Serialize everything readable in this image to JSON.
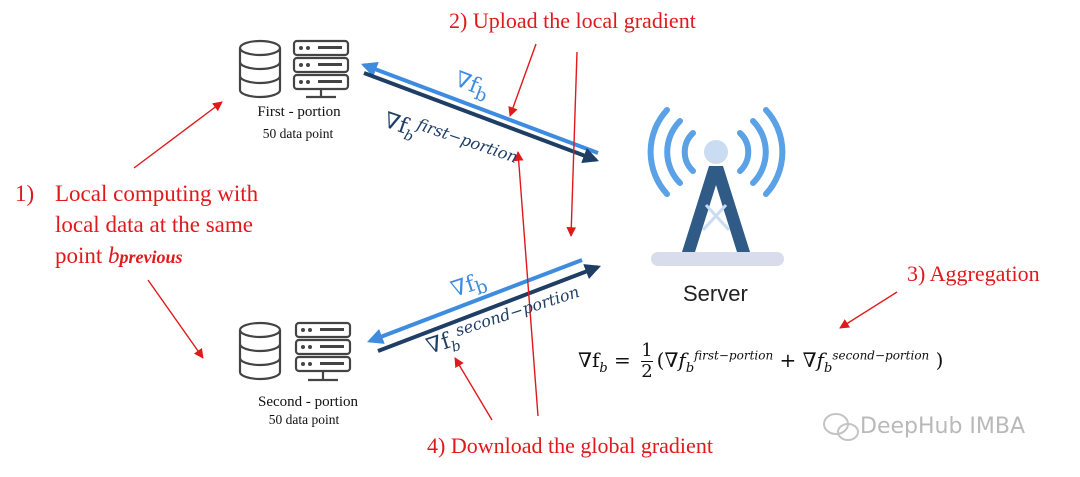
{
  "steps": {
    "upload": "2) Upload the local gradient",
    "local_num": "1)",
    "local_line1": "Local computing with",
    "local_line2": "local data at the same",
    "local_line3": "point ",
    "local_var_b": "b",
    "local_var_sub": "previous",
    "aggregation": "3) Aggregation",
    "download": "4) Download the global gradient"
  },
  "clients": [
    {
      "name": "First - portion",
      "data": "50 data point"
    },
    {
      "name": "Second - portion",
      "data": "50 data point"
    }
  ],
  "server": {
    "label": "Server"
  },
  "gradients": {
    "nabla_fb": "∇f",
    "sub_b": "b",
    "sup_first": "first−portion",
    "sup_second": "second−portion"
  },
  "formula": {
    "lhs": "∇f",
    "lhs_sub": "b",
    "eq": " = ",
    "num": "1",
    "den": "2",
    "open": "(∇",
    "f": "f",
    "sub": "b",
    "sup1": "first−portion",
    "plus": " + ∇",
    "sup2": "second−portion",
    "close": " )"
  },
  "watermark": {
    "text": "DeepHub IMBA"
  },
  "colors": {
    "annotation": "#e0191b",
    "light_blue": "#3d8ce0",
    "dark_blue": "#1f3e66",
    "tower": "#2f5b86",
    "signal": "#5aa1e6",
    "icon_gray": "#444444"
  }
}
